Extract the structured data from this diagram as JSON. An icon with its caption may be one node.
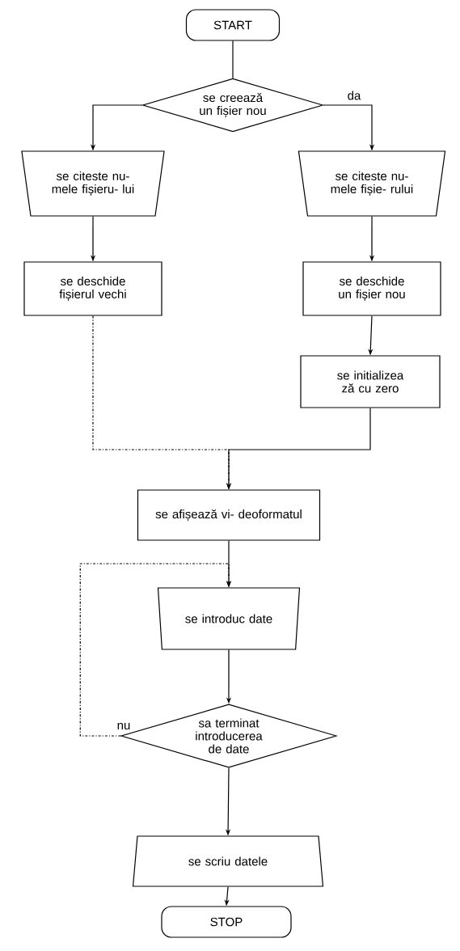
{
  "diagram": {
    "nodes": [
      {
        "text": [
          "START"
        ]
      },
      {
        "text": [
          "se creează un fișier nou"
        ]
      },
      {
        "text": [
          "se citeste nu- mele fișieru- lui"
        ]
      },
      {
        "text": [
          "se deschide fișierul vechi"
        ]
      },
      {
        "text": [
          "se citeste nu- mele fișie- rului"
        ]
      },
      {
        "text": [
          "se deschide un fișier nou"
        ]
      },
      {
        "text": [
          "se initializea ză cu zero"
        ]
      },
      {
        "text": [
          "se afișează vi- deoformatul"
        ]
      },
      {
        "text": [
          "se introduc date"
        ]
      },
      {
        "text": [
          "sa terminat introducerea de date"
        ]
      },
      {
        "text": [
          "se scriu datele"
        ]
      },
      {
        "text": [
          "STOP"
        ]
      }
    ],
    "edges": [
      {
        "from": 0,
        "to": 1,
        "arrow": "none"
      },
      {
        "from": 1,
        "to": 2,
        "arrow": "to"
      },
      {
        "from": 2,
        "to": 3,
        "arrow": "to"
      },
      {
        "from": 1,
        "to": 4,
        "arrow": "to",
        "label": "da"
      },
      {
        "from": 4,
        "to": 5,
        "arrow": "to"
      },
      {
        "from": 5,
        "to": 6,
        "arrow": "to"
      },
      {
        "from": 3,
        "to": 7,
        "arrow": "to",
        "style": "dashed"
      },
      {
        "from": 6,
        "to": 7,
        "arrow": "to"
      },
      {
        "from": 7,
        "to": 8,
        "arrow": "to"
      },
      {
        "from": 8,
        "to": 9,
        "arrow": "to"
      },
      {
        "from": 9,
        "to": 8,
        "arrow": "to",
        "label": "nu",
        "style": "dashed"
      },
      {
        "from": 9,
        "to": 10,
        "arrow": "to"
      },
      {
        "from": 10,
        "to": 11,
        "arrow": "to"
      }
    ]
  }
}
